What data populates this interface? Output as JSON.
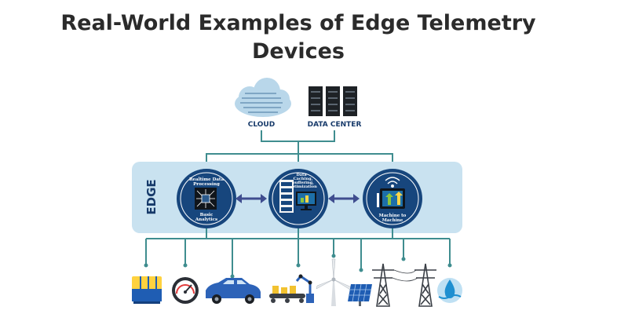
{
  "title": {
    "line1": "Real-World Examples of Edge Telemetry",
    "line2": "Devices"
  },
  "top": {
    "cloud_label": "CLOUD",
    "datacenter_label": "DATA CENTER"
  },
  "edge": {
    "band_label": "EDGE",
    "node1": {
      "top_text": [
        "Realtime Data",
        "Processing"
      ],
      "bottom_text": [
        "Basic",
        "Analytics"
      ]
    },
    "node2": {
      "top_text": [
        "Data",
        "Caching,",
        "buffering,",
        "optimization"
      ]
    },
    "node3": {
      "bottom_text": [
        "Machine to",
        "Machine"
      ]
    }
  },
  "devices": [
    "battery-pack-icon",
    "gauge-icon",
    "car-icon",
    "factory-robot-conveyor-icon",
    "wind-turbine-icon",
    "solar-panel-icon",
    "power-pylon-icon",
    "power-pylon-icon",
    "water-drop-icon"
  ],
  "colors": {
    "band": "#c9e2f0",
    "node": "#17467d",
    "connector": "#3f8d8f",
    "arrow": "#3f4d8f",
    "title": "#2b2b2b"
  }
}
